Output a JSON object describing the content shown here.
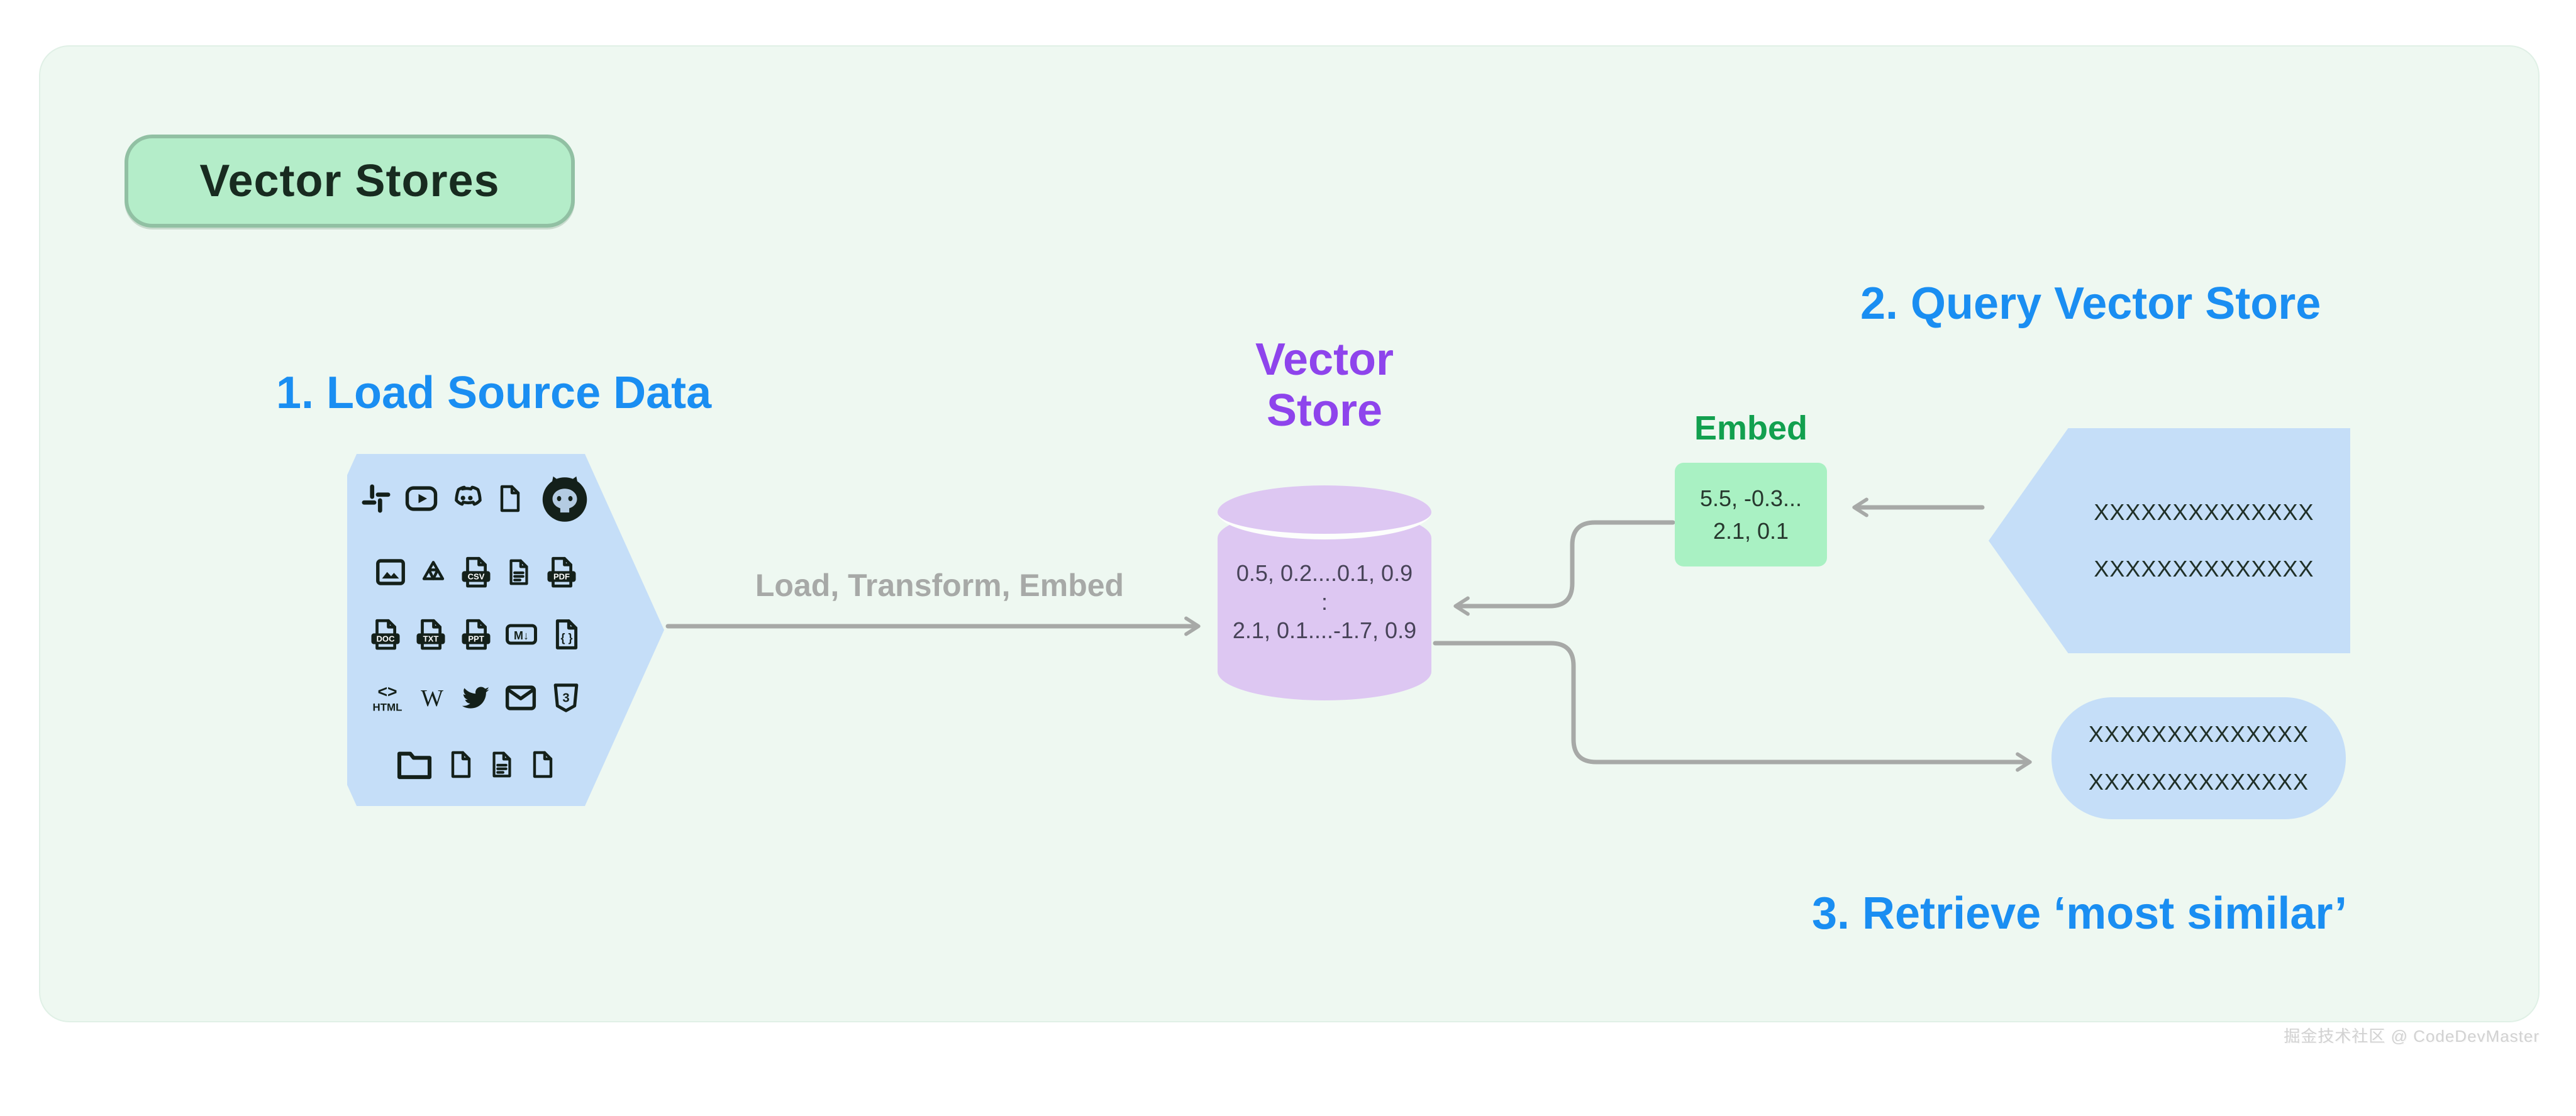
{
  "badge": {
    "label": "Vector Stores"
  },
  "steps": {
    "step1": "1. Load Source Data",
    "step2": "2. Query Vector Store",
    "step3": "3. Retrieve ‘most similar’"
  },
  "source": {
    "icons": [
      {
        "name": "slack-icon",
        "type": "slack"
      },
      {
        "name": "youtube-icon",
        "type": "youtube"
      },
      {
        "name": "discord-icon",
        "type": "discord"
      },
      {
        "name": "file-icon",
        "type": "file"
      },
      {
        "name": "github-icon",
        "type": "github"
      },
      {
        "name": "image-icon",
        "type": "image"
      },
      {
        "name": "google-drive-icon",
        "type": "drive"
      },
      {
        "name": "csv-file-icon",
        "type": "filelabel",
        "label": "CSV"
      },
      {
        "name": "document-icon",
        "type": "note"
      },
      {
        "name": "pdf-file-icon",
        "type": "filelabel",
        "label": "PDF"
      },
      {
        "name": "doc-file-icon",
        "type": "filelabel",
        "label": "DOC"
      },
      {
        "name": "txt-file-icon",
        "type": "filelabel",
        "label": "TXT"
      },
      {
        "name": "ppt-file-icon",
        "type": "filelabel",
        "label": "PPT"
      },
      {
        "name": "markdown-icon",
        "type": "markdown",
        "label": "M↓"
      },
      {
        "name": "json-file-icon",
        "type": "json",
        "label": "{ }"
      },
      {
        "name": "html-icon",
        "type": "html",
        "label": "HTML"
      },
      {
        "name": "wikipedia-icon",
        "type": "wiki",
        "label": "W"
      },
      {
        "name": "twitter-icon",
        "type": "twitter"
      },
      {
        "name": "email-icon",
        "type": "mail"
      },
      {
        "name": "css3-icon",
        "type": "css3",
        "label": "3"
      },
      {
        "name": "folder-icon",
        "type": "folder"
      },
      {
        "name": "file-icon",
        "type": "file"
      },
      {
        "name": "document-icon",
        "type": "note"
      },
      {
        "name": "file-icon",
        "type": "file"
      }
    ]
  },
  "connector_label": {
    "text": "Load, Transform, Embed"
  },
  "vector_store": {
    "title_line1": "Vector",
    "title_line2": "Store",
    "rows": [
      "0.5, 0.2....0.1, 0.9",
      ":",
      "2.1, 0.1....-1.7, 0.9"
    ]
  },
  "embed": {
    "label": "Embed",
    "rows": [
      "5.5, -0.3...",
      "2.1, 0.1"
    ]
  },
  "query": {
    "rows": [
      "XXXXXXXXXXXXXX",
      "XXXXXXXXXXXXXX"
    ]
  },
  "result": {
    "rows": [
      "XXXXXXXXXXXXXX",
      "XXXXXXXXXXXXXX"
    ]
  },
  "watermark": {
    "text": "掘金技术社区 @ CodeDevMaster"
  },
  "colors": {
    "accent_blue": "#1a8ef2",
    "accent_purple": "#8e44ec",
    "accent_green": "#12a04f",
    "shape_blue": "#c5def8",
    "cyl_fill": "#ddc7f2",
    "green_fill": "#a9f1c3",
    "badge_fill": "#b4edc9",
    "badge_border": "#91c0a3",
    "card_bg": "#eef8f1",
    "gray": "#a7a9a7",
    "ink": "#14201a"
  }
}
